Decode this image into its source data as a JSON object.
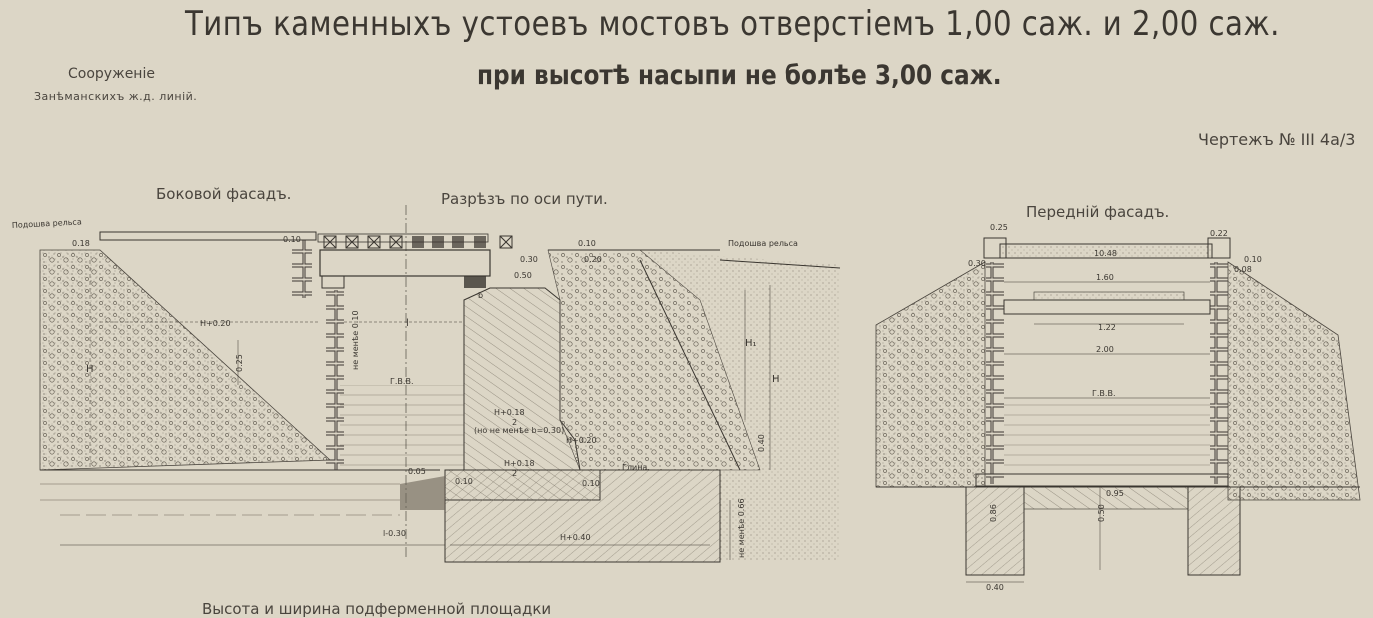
{
  "header": {
    "title": "Типъ каменныхъ устоевъ мостовъ отверстiемъ 1,00 саж. и 2,00 саж.",
    "subtitle": "при высотѣ насыпи не болѣе 3,00 саж.",
    "builder_line1": "Сооруженiе",
    "builder_line2": "Занѣманскихъ ж.д. линiй.",
    "drawing_number": "Чертежъ № III 4а/3"
  },
  "views": {
    "side": "Боковой фасадъ.",
    "section": "Разрѣзъ по оси пути.",
    "front": "Переднiй фасадъ."
  },
  "dims_left": {
    "rail_mark_left": "Подошва рельса",
    "rail_mark_right": "Подошва рельса",
    "d018": "0.18",
    "d010a": "0.10",
    "d010b": "0.10",
    "d020": "0.20",
    "d030": "0.30",
    "d050": "0.50",
    "b": "b",
    "H020": "H+0.20",
    "l": "l",
    "d25": "0.25",
    "H": "H",
    "not_less": "не менѣе 0.10",
    "gvv": "Г.В.В.",
    "H018_2": "H+0.18",
    "two_a": "2",
    "not_less_b": "(но не менѣе b=0.30)",
    "H018b": "H+0.18",
    "two_b": "2",
    "H020b": "H+0.20",
    "H1": "H₁",
    "H_right": "H",
    "d040": "0.40",
    "clay": "Глина.",
    "d005": "0.05",
    "d010c": "0.10",
    "d010d": "0.10",
    "l030": "l-0.30",
    "H040": "H+0.40",
    "not_less_066": "не менѣе 0.66"
  },
  "dims_front": {
    "d025": "0.25",
    "d022": "0.22",
    "d030": "0.30",
    "d0_10": "0.10",
    "d008": "0.08",
    "d1_60": "1.60",
    "d1_22": "1.22",
    "d2_00": "2.00",
    "gvv": "Г.В.В.",
    "d095": "0.95",
    "d086": "0.86",
    "d050": "0.50",
    "d040": "0.40",
    "beam_mark": "10.48"
  },
  "footer": {
    "note": "Высота и ширина подферменной площадки"
  }
}
